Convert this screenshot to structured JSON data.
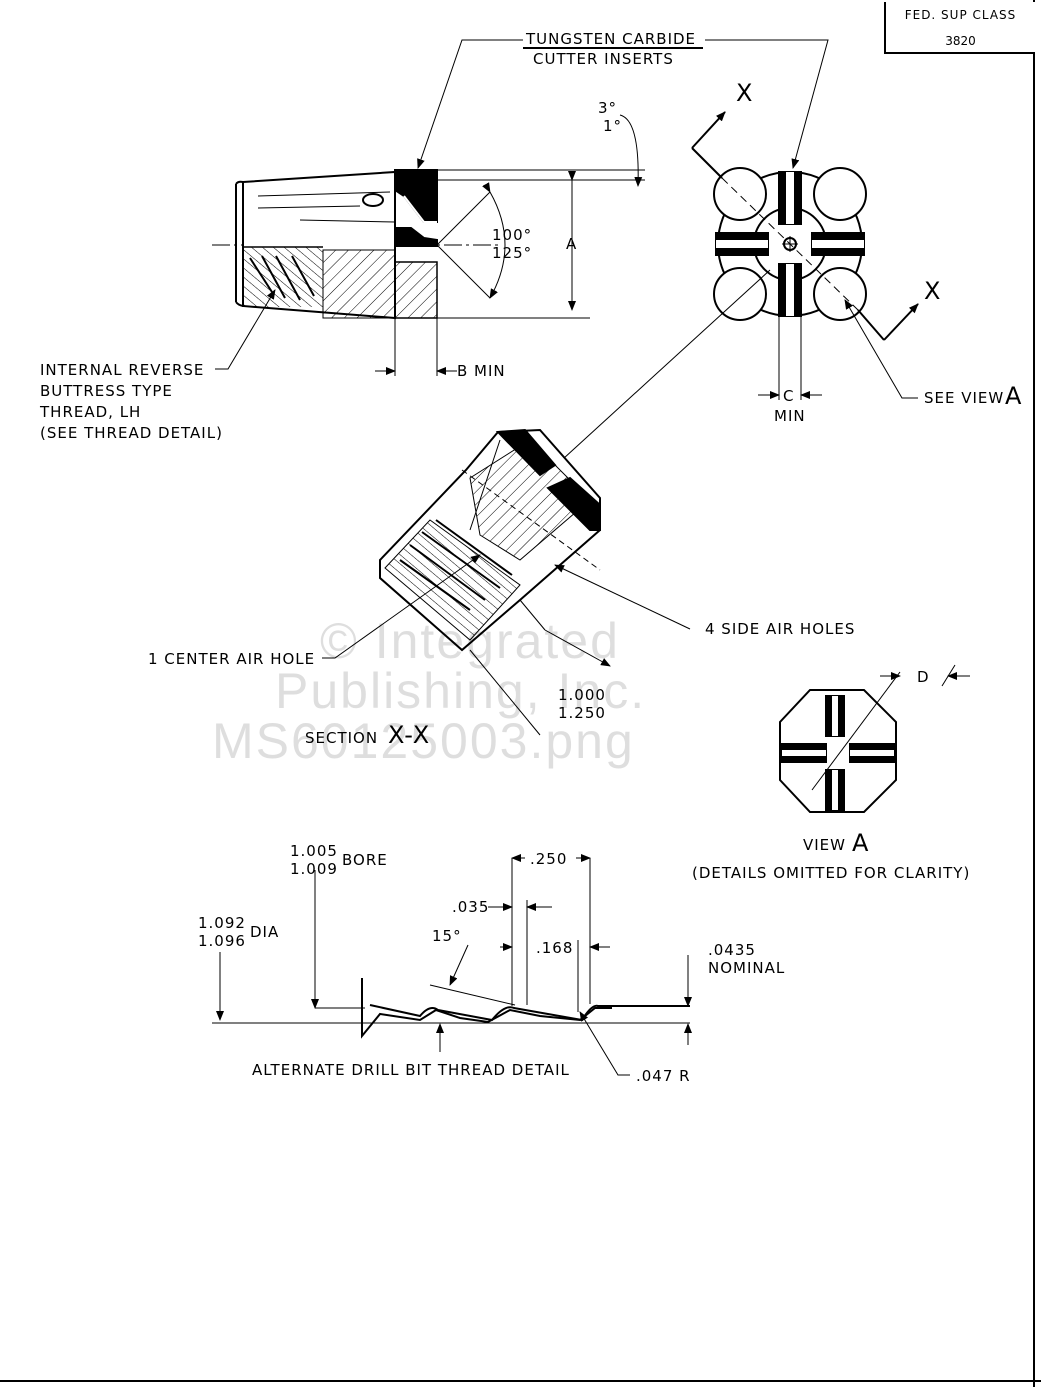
{
  "title_block": {
    "label": "FED. SUP CLASS",
    "value": "3820"
  },
  "labels": {
    "tungsten": "TUNGSTEN CARBIDE",
    "cutter": "CUTTER INSERTS",
    "deg3": "3°",
    "deg1": "1°",
    "x_top": "X",
    "x_right": "X",
    "deg100": "100°",
    "deg125": "125°",
    "a": "A",
    "thread1": "INTERNAL REVERSE",
    "thread2": "BUTTRESS TYPE",
    "thread3": "THREAD, LH",
    "thread4": "(SEE THREAD DETAIL)",
    "bmin": "B MIN",
    "c": "C",
    "cmin": "MIN",
    "seeview": "SEE VIEW",
    "seeview_a": "A",
    "side_holes": "4 SIDE AIR HOLES",
    "center_hole": "1 CENTER AIR HOLE",
    "dim1000": "1.000",
    "dim1250": "1.250",
    "section": "SECTION",
    "section_xx": "X-X",
    "d": "D",
    "view": "VIEW",
    "view_a": "A",
    "details_omitted": "(DETAILS OMITTED FOR CLARITY)",
    "bore1": "1.005",
    "bore2": "1.009",
    "bore": "BORE",
    "dia1": "1.092",
    "dia2": "1.096",
    "dia": "DIA",
    "d250": ".250",
    "d035": ".035",
    "deg15": "15°",
    "d168": ".168",
    "d0435": ".0435",
    "nominal": "NOMINAL",
    "alt_detail": "ALTERNATE DRILL BIT THREAD DETAIL",
    "r047": ".047 R"
  },
  "watermark": {
    "line1": "© Integrated",
    "line2": "Publishing, Inc.",
    "line3": "MS60125003.png"
  }
}
